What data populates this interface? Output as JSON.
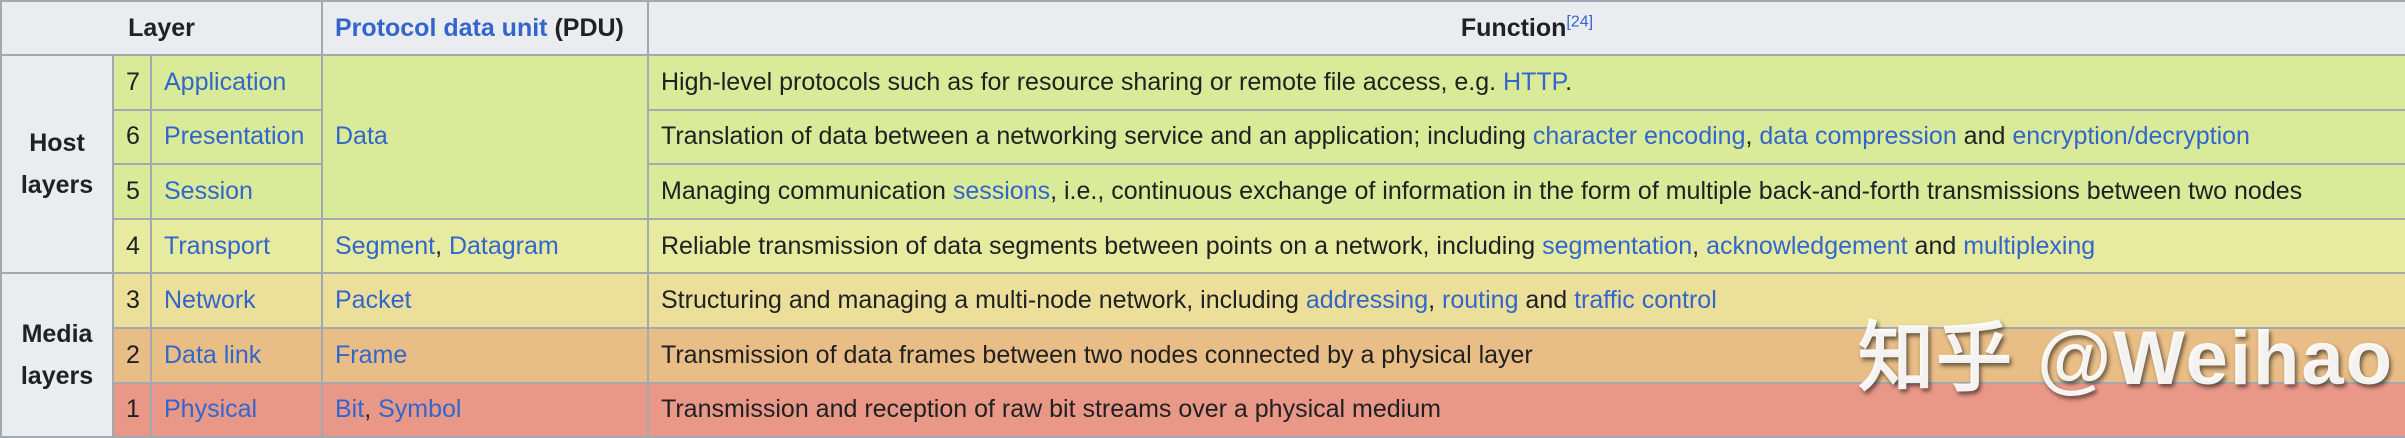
{
  "header": {
    "layer": "Layer",
    "pdu_link": "Protocol data unit",
    "pdu_abbr": " (PDU)",
    "function": "Function",
    "function_ref": "[24]"
  },
  "groups": {
    "host": [
      "Host",
      "layers"
    ],
    "media": [
      "Media",
      "layers"
    ]
  },
  "rows": [
    {
      "num": "7",
      "layer": "Application",
      "pdu": [
        "Data"
      ],
      "function": [
        {
          "text": "High-level protocols such as for resource sharing or remote file access, e.g. "
        },
        {
          "text": "HTTP",
          "link": true
        },
        {
          "text": "."
        }
      ]
    },
    {
      "num": "6",
      "layer": "Presentation",
      "function": [
        {
          "text": "Translation of data between a networking service and an application; including "
        },
        {
          "text": "character encoding",
          "link": true
        },
        {
          "text": ", "
        },
        {
          "text": "data compression",
          "link": true
        },
        {
          "text": " and "
        },
        {
          "text": "encryption/decryption",
          "link": true
        }
      ]
    },
    {
      "num": "5",
      "layer": "Session",
      "function": [
        {
          "text": "Managing communication "
        },
        {
          "text": "sessions",
          "link": true
        },
        {
          "text": ", i.e., continuous exchange of information in the form of multiple back-and-forth transmissions between two nodes"
        }
      ]
    },
    {
      "num": "4",
      "layer": "Transport",
      "pdu": [
        "Segment",
        "Datagram"
      ],
      "function": [
        {
          "text": "Reliable transmission of data segments between points on a network, including "
        },
        {
          "text": "segmentation",
          "link": true
        },
        {
          "text": ", "
        },
        {
          "text": "acknowledgement",
          "link": true
        },
        {
          "text": " and "
        },
        {
          "text": "multiplexing",
          "link": true
        }
      ]
    },
    {
      "num": "3",
      "layer": "Network",
      "pdu": [
        "Packet"
      ],
      "function": [
        {
          "text": "Structuring and managing a multi-node network, including "
        },
        {
          "text": "addressing",
          "link": true
        },
        {
          "text": ", "
        },
        {
          "text": "routing",
          "link": true
        },
        {
          "text": " and "
        },
        {
          "text": "traffic control",
          "link": true
        }
      ]
    },
    {
      "num": "2",
      "layer": "Data link",
      "pdu": [
        "Frame"
      ],
      "function": [
        {
          "text": "Transmission of data frames between two nodes connected by a physical layer"
        }
      ]
    },
    {
      "num": "1",
      "layer": "Physical",
      "pdu": [
        "Bit",
        "Symbol"
      ],
      "function": [
        {
          "text": "Transmission and reception of raw bit streams over a physical medium"
        }
      ]
    }
  ],
  "watermark": "知乎 @Weihao",
  "colors": {
    "link": "#3366cc",
    "header_bg": "#eaecf0",
    "group_bg": "#f8f9fa",
    "data_bg": "#d9ea98",
    "segment_bg": "#e6eba0",
    "packet_bg": "#ecdf9a",
    "frame_bg": "#e8bd86",
    "bit_bg": "#e99888"
  }
}
